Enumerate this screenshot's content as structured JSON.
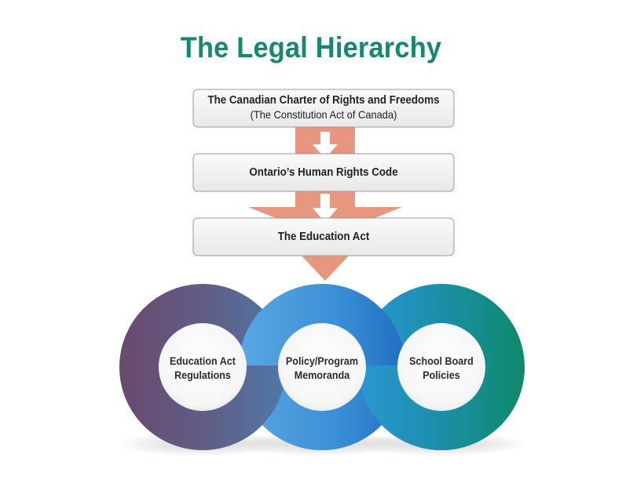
{
  "title": "The Legal Hierarchy",
  "hierarchy": [
    {
      "main": "The Canadian Charter of Rights and Freedoms",
      "sub": "(The Constitution Act of Canada)"
    },
    {
      "main": "Ontario’s Human Rights Code"
    },
    {
      "main": "The Education Act"
    }
  ],
  "circles": [
    {
      "line1": "Education Act",
      "line2": "Regulations"
    },
    {
      "line1": "Policy/Program",
      "line2": "Memoranda"
    },
    {
      "line1": "School Board",
      "line2": "Policies"
    }
  ],
  "colors": {
    "title": "#138a6e",
    "arrow": "#e9967f",
    "ring_purple": "#6b4f72",
    "ring_blue": "#2f86d1",
    "ring_green": "#0f8a72"
  }
}
